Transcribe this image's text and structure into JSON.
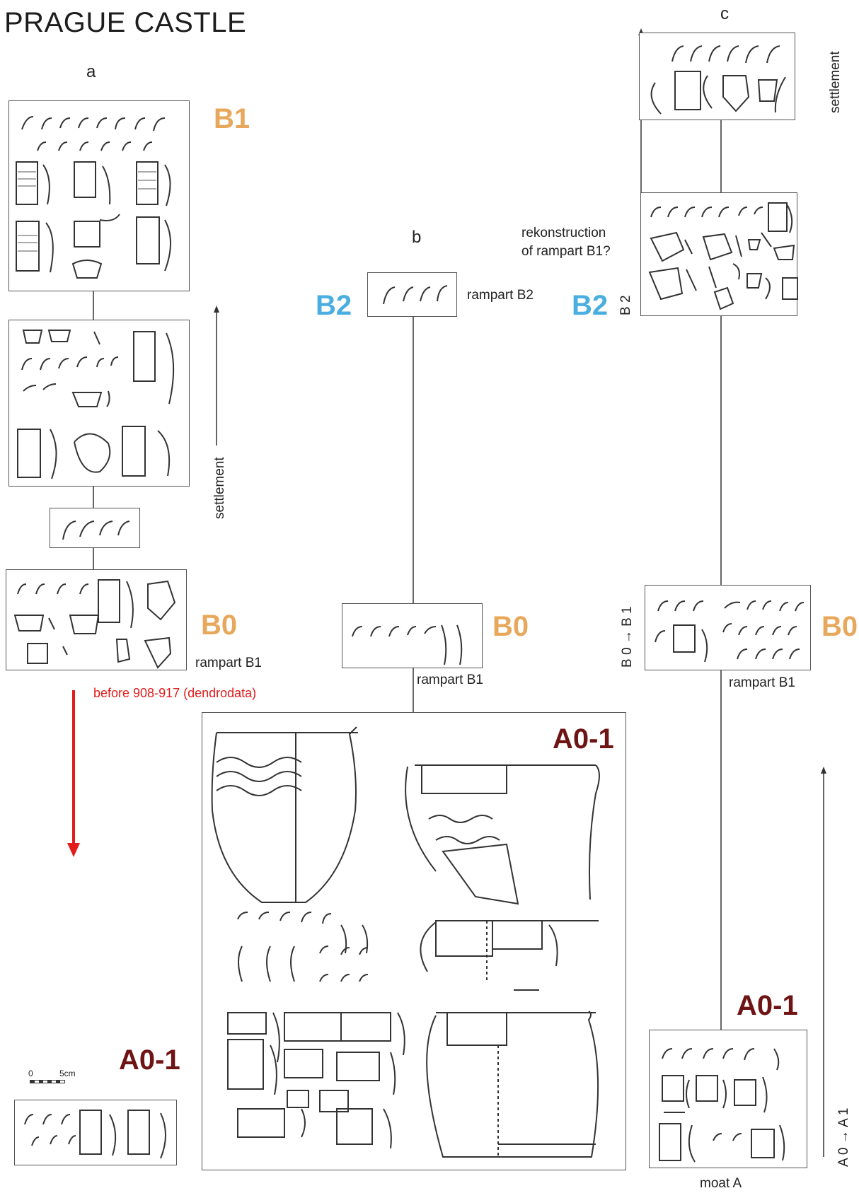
{
  "title": "PRAGUE CASTLE",
  "columns": {
    "a": "a",
    "b": "b",
    "c": "c"
  },
  "phases": {
    "b1": "B1",
    "b0": "B0",
    "b2": "B2",
    "a01": "A0-1"
  },
  "notes": {
    "settlement": "settlement",
    "rampart_b1": "rampart B1",
    "rampart_b2": "rampart B2",
    "dendro": "before 908-917 (dendrodata)",
    "rekonstruction_1": "rekonstruction",
    "rekonstruction_2": "of rampart B1?",
    "moat_a": "moat A",
    "axis_b2": "B 2",
    "axis_b0_b1": "B 0 → B 1",
    "axis_a0_a1": "A 0 → A 1",
    "scale_0": "0",
    "scale_5": "5cm"
  },
  "colors": {
    "b_orange": "#e8a85b",
    "b2_blue": "#4aaee0",
    "a_maroon": "#6f1414",
    "arrow_red": "#e31b1b"
  }
}
